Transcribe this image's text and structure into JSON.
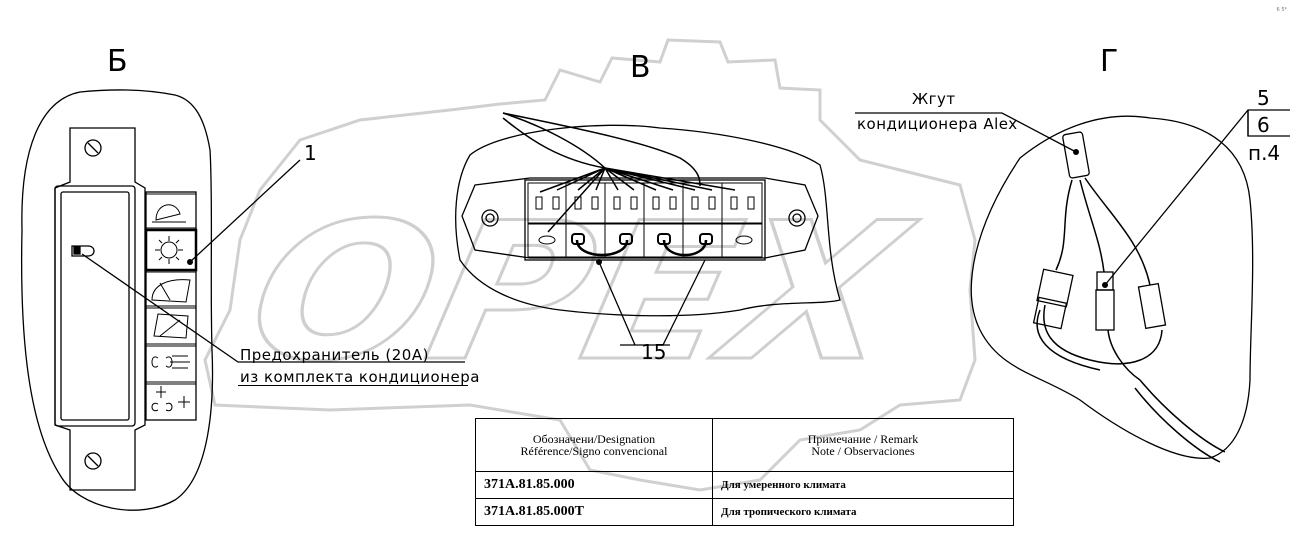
{
  "views": {
    "b": "Б",
    "v": "В",
    "g": "Г"
  },
  "callouts": {
    "c1": "1",
    "c15": "15",
    "c5": "5",
    "c6": "6",
    "cp4": "п.4"
  },
  "annotations": {
    "fuse_line1": "Предохранитель (20А)",
    "fuse_line2": "из комплекта кондиционера",
    "harness_line1": "Жгут",
    "harness_line2": "кондиционера Alex"
  },
  "watermark": "OPEX",
  "corner_mark": "6 5*",
  "table": {
    "header": {
      "col1_line1": "Обозначени/Designation",
      "col1_line2": "Référence/Signo convencional",
      "col2_line1": "Примечание / Remark",
      "col2_line2": "Note /  Observaciones"
    },
    "rows": [
      {
        "designation": "371А.81.85.000",
        "note": "Для умеренного климата"
      },
      {
        "designation": "371А.81.85.000Т",
        "note": "Для тропического климата"
      }
    ]
  }
}
